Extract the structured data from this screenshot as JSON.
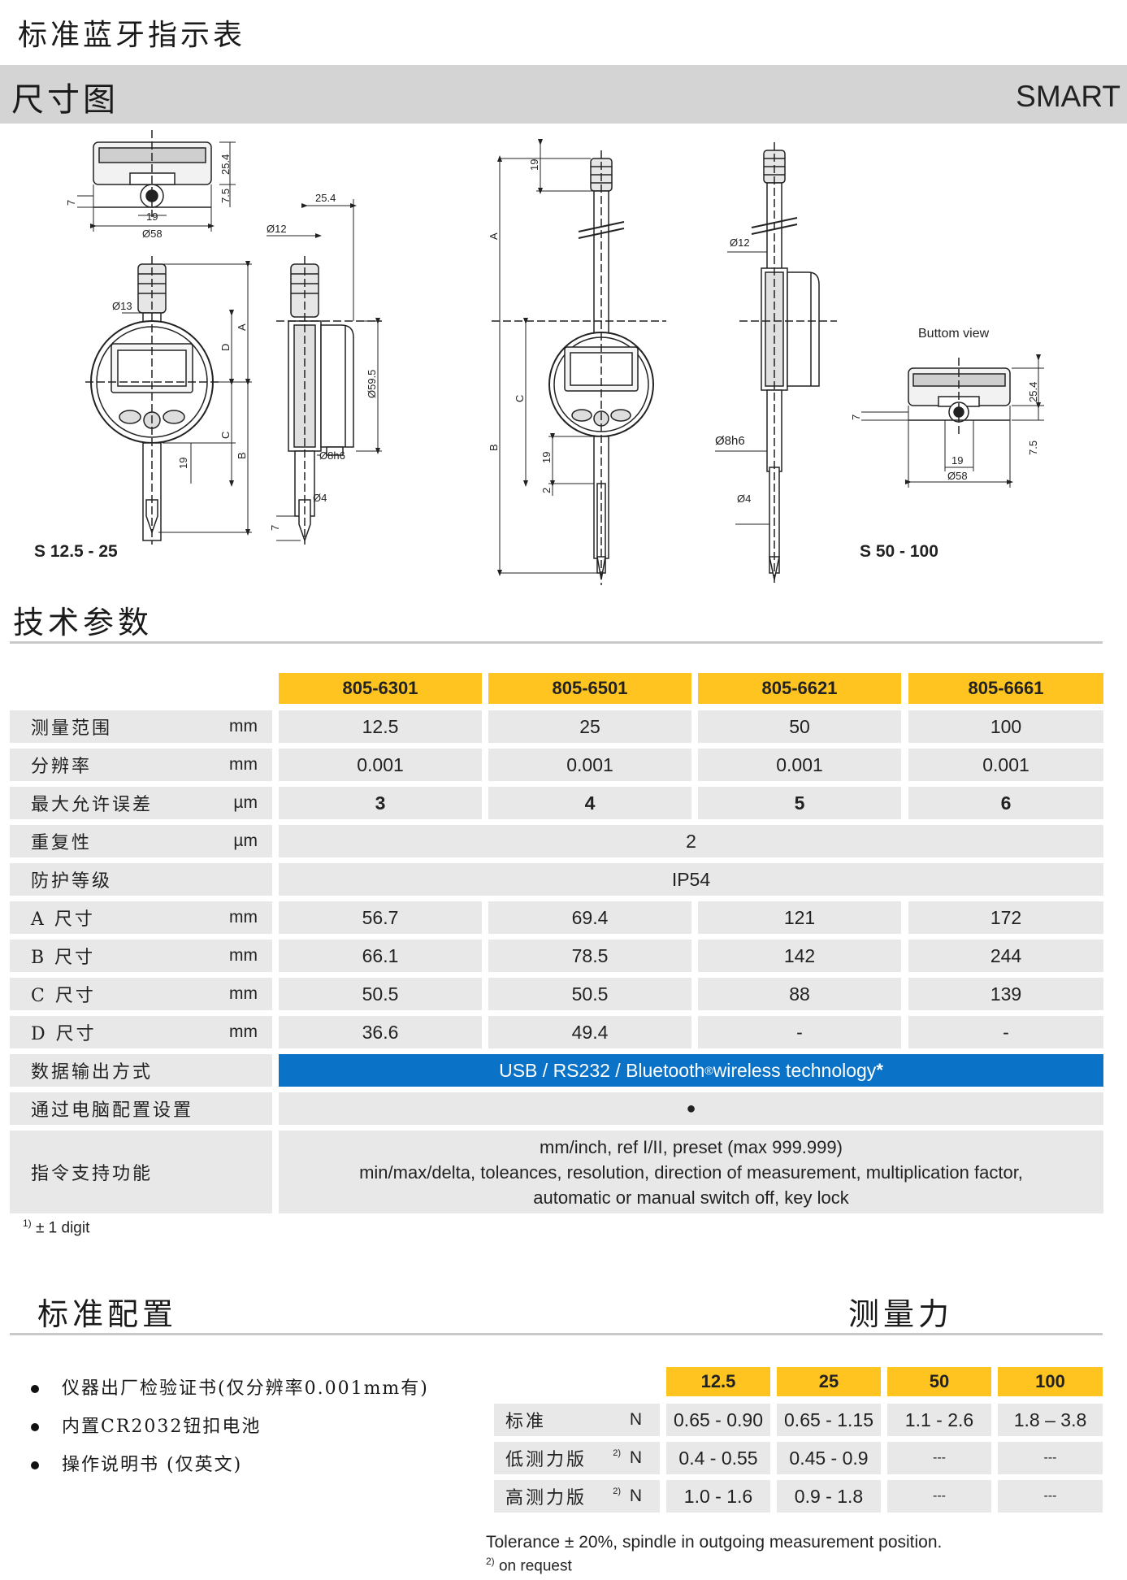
{
  "header": {
    "doc_title": "标准蓝牙指示表",
    "section_title": "尺寸图",
    "brand": "SMART"
  },
  "drawing": {
    "left_label": "S 12.5 - 25",
    "right_label": "S 50 - 100",
    "bottom_view_label": "Buttom view",
    "dims": {
      "d58": "Ø58",
      "d19": "19",
      "d7": "7",
      "d25_4": "25.4",
      "d7_5": "7.5",
      "d12": "Ø12",
      "d13": "Ø13",
      "d59_5": "Ø59.5",
      "d8h6": "Ø8h6",
      "d4": "Ø4",
      "A": "A",
      "B": "B",
      "C": "C",
      "D": "D",
      "d2": "2"
    }
  },
  "specs": {
    "title": "技术参数",
    "models": [
      "805-6301",
      "805-6501",
      "805-6621",
      "805-6661"
    ],
    "rows": [
      {
        "label": "测量范围",
        "unit": "mm",
        "values": [
          "12.5",
          "25",
          "50",
          "100"
        ]
      },
      {
        "label": "分辨率",
        "unit": "mm",
        "values": [
          "0.001",
          "0.001",
          "0.001",
          "0.001"
        ]
      },
      {
        "label": "最大允许误差",
        "unit": "µm",
        "values": [
          "3",
          "4",
          "5",
          "6"
        ]
      },
      {
        "label": "重复性",
        "unit": "µm",
        "span": "2"
      },
      {
        "label": "防护等级",
        "unit": "",
        "span": "IP54"
      },
      {
        "label": "A 尺寸",
        "unit": "mm",
        "values": [
          "56.7",
          "69.4",
          "121",
          "172"
        ]
      },
      {
        "label": "B 尺寸",
        "unit": "mm",
        "values": [
          "66.1",
          "78.5",
          "142",
          "244"
        ]
      },
      {
        "label": "C 尺寸",
        "unit": "mm",
        "values": [
          "50.5",
          "50.5",
          "88",
          "139"
        ]
      },
      {
        "label": "D 尺寸",
        "unit": "mm",
        "values": [
          "36.6",
          "49.4",
          "-",
          "-"
        ]
      }
    ],
    "output_label": "数据输出方式",
    "output_value": "USB / RS232 / Bluetooth",
    "output_reg": "®",
    "output_tail": " wireless technology",
    "output_star": "*",
    "pc_label": "通过电脑配置设置",
    "pc_value": "●",
    "func_label": "指令支持功能",
    "func_lines": [
      "mm/inch, ref I/II, preset (max 999.999)",
      "min/max/delta, toleances, resolution, direction of measurement, multiplication factor,",
      "automatic or manual switch off, key lock"
    ],
    "footnote_mark": "1)",
    "footnote": " ± 1 digit"
  },
  "standard": {
    "title": "标准配置",
    "items": [
      "仪器出厂检验证书(仅分辨率0.001mm有)",
      "内置CR2032钮扣电池",
      "操作说明书 (仅英文)"
    ]
  },
  "force": {
    "title": "测量力",
    "headers": [
      "12.5",
      "25",
      "50",
      "100"
    ],
    "rows": [
      {
        "label": "标准",
        "sup": "",
        "unit": "N",
        "values": [
          "0.65 - 0.90",
          "0.65 - 1.15",
          "1.1 - 2.6",
          "1.8 – 3.8"
        ]
      },
      {
        "label": "低测力版",
        "sup": "2)",
        "unit": "N",
        "values": [
          "0.4 - 0.55",
          "0.45 - 0.9",
          "---",
          "---"
        ]
      },
      {
        "label": "高测力版",
        "sup": "2)",
        "unit": "N",
        "values": [
          "1.0 - 1.6",
          "0.9 - 1.8",
          "---",
          "---"
        ]
      }
    ],
    "tolerance": "Tolerance ± 20%, spindle in outgoing measurement position.",
    "note_mark": "2)",
    "note": " on request"
  }
}
